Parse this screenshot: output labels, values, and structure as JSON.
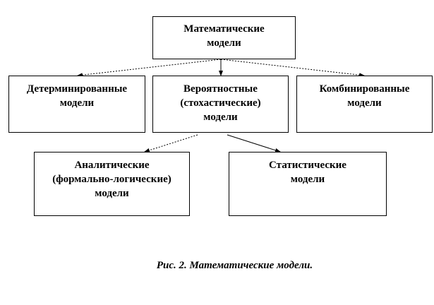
{
  "diagram": {
    "root": {
      "line1": "Математические",
      "line2": "модели"
    },
    "deterministic": {
      "line1": "Детерминированные",
      "line2": "модели"
    },
    "probabilistic": {
      "line1": "Вероятностные",
      "line2": "(стохастические)",
      "line3": "модели"
    },
    "combined": {
      "line1": "Комбинированные",
      "line2": "модели"
    },
    "analytical": {
      "line1": "Аналитические",
      "line2": "(формально-логические)",
      "line3": "модели"
    },
    "statistical": {
      "line1": "Статистические",
      "line2": "модели"
    }
  },
  "caption": "Рис. 2.  Математические модели."
}
